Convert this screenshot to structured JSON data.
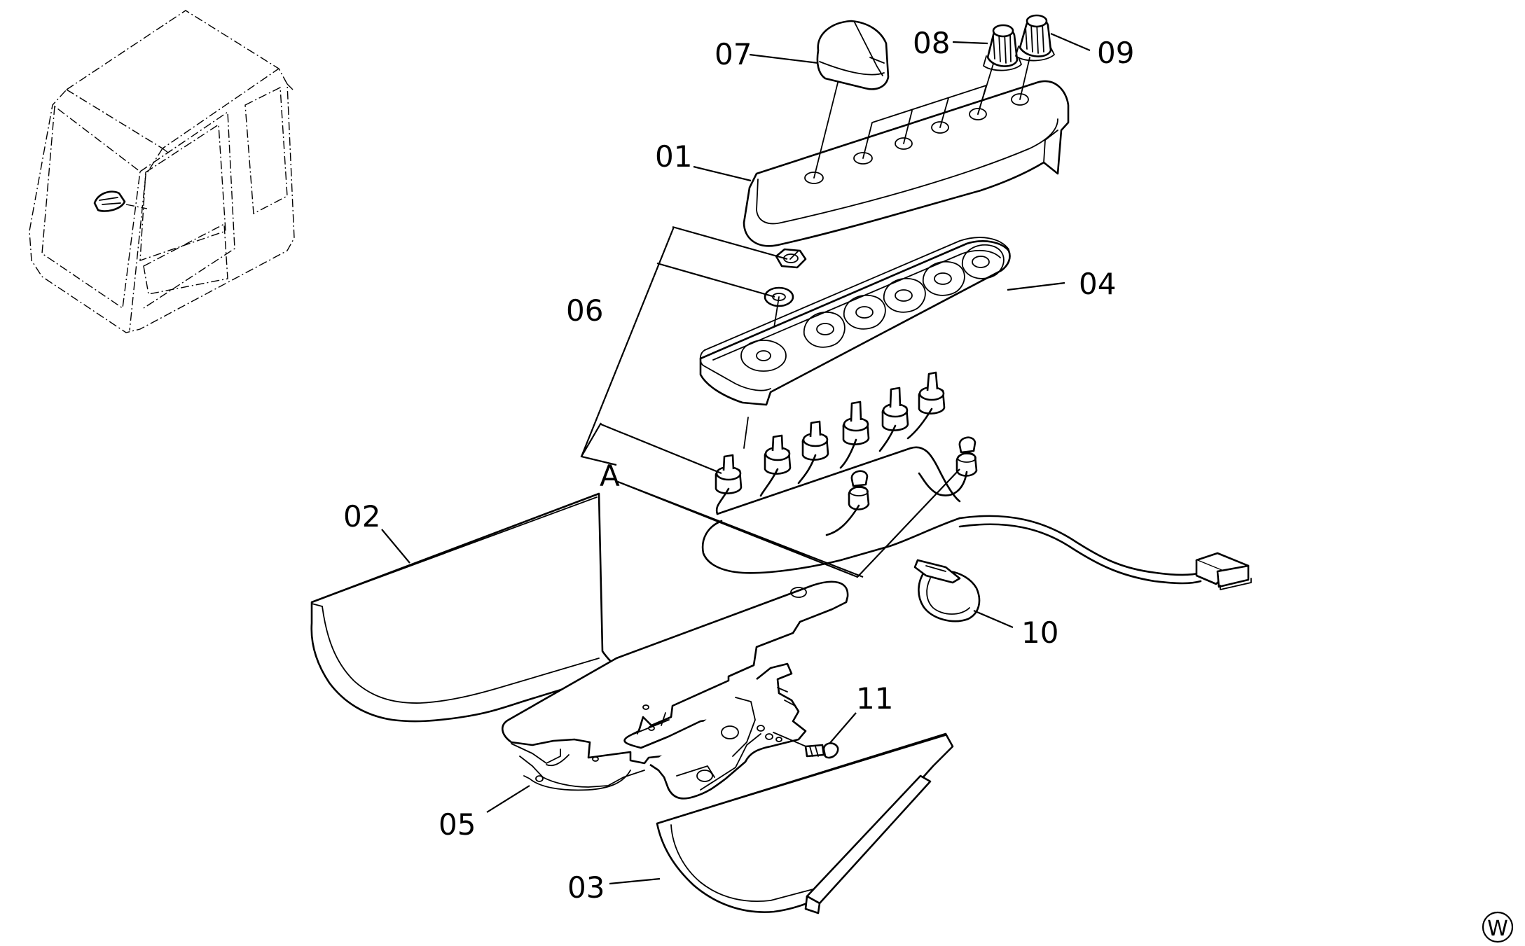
{
  "callouts": {
    "c01": "01",
    "c02": "02",
    "c03": "03",
    "c04": "04",
    "c05": "05",
    "c06": "06",
    "c07": "07",
    "c08": "08",
    "c09": "09",
    "c10": "10",
    "c11": "11"
  },
  "view_marker": "A",
  "corner_symbol": "W"
}
